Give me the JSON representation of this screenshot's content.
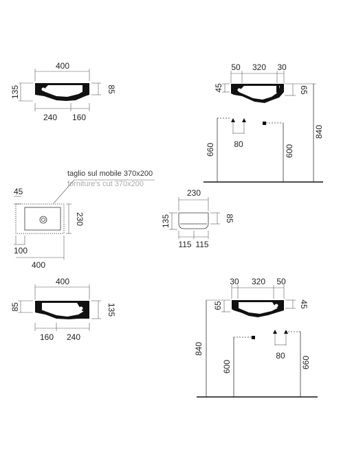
{
  "view1": {
    "width": "400",
    "height": "135",
    "depth": "85",
    "left": "240",
    "right": "160"
  },
  "view2": {
    "left_offset": "50",
    "center": "320",
    "right_offset": "30",
    "rim": "45",
    "top_thick": "65",
    "wall_height": "660",
    "spacing": "80",
    "drain_height": "600",
    "total_height": "840"
  },
  "plan": {
    "cut_note": "taglio sul mobile 370x200",
    "cut_note_en": "forniture's cut  370x200",
    "offset_top": "45",
    "offset_left": "100",
    "width": "400",
    "depth": "230"
  },
  "side": {
    "width": "230",
    "height": "135",
    "thick": "85",
    "left": "115",
    "right": "115"
  },
  "view3": {
    "width": "400",
    "height_left": "85",
    "height_right": "135",
    "left": "160",
    "right": "240"
  },
  "view4": {
    "left_offset": "30",
    "center": "320",
    "right_offset": "50",
    "top_thick": "65",
    "rim": "45",
    "total_height": "840",
    "drain_height": "600",
    "spacing": "80",
    "wall_height": "660"
  }
}
